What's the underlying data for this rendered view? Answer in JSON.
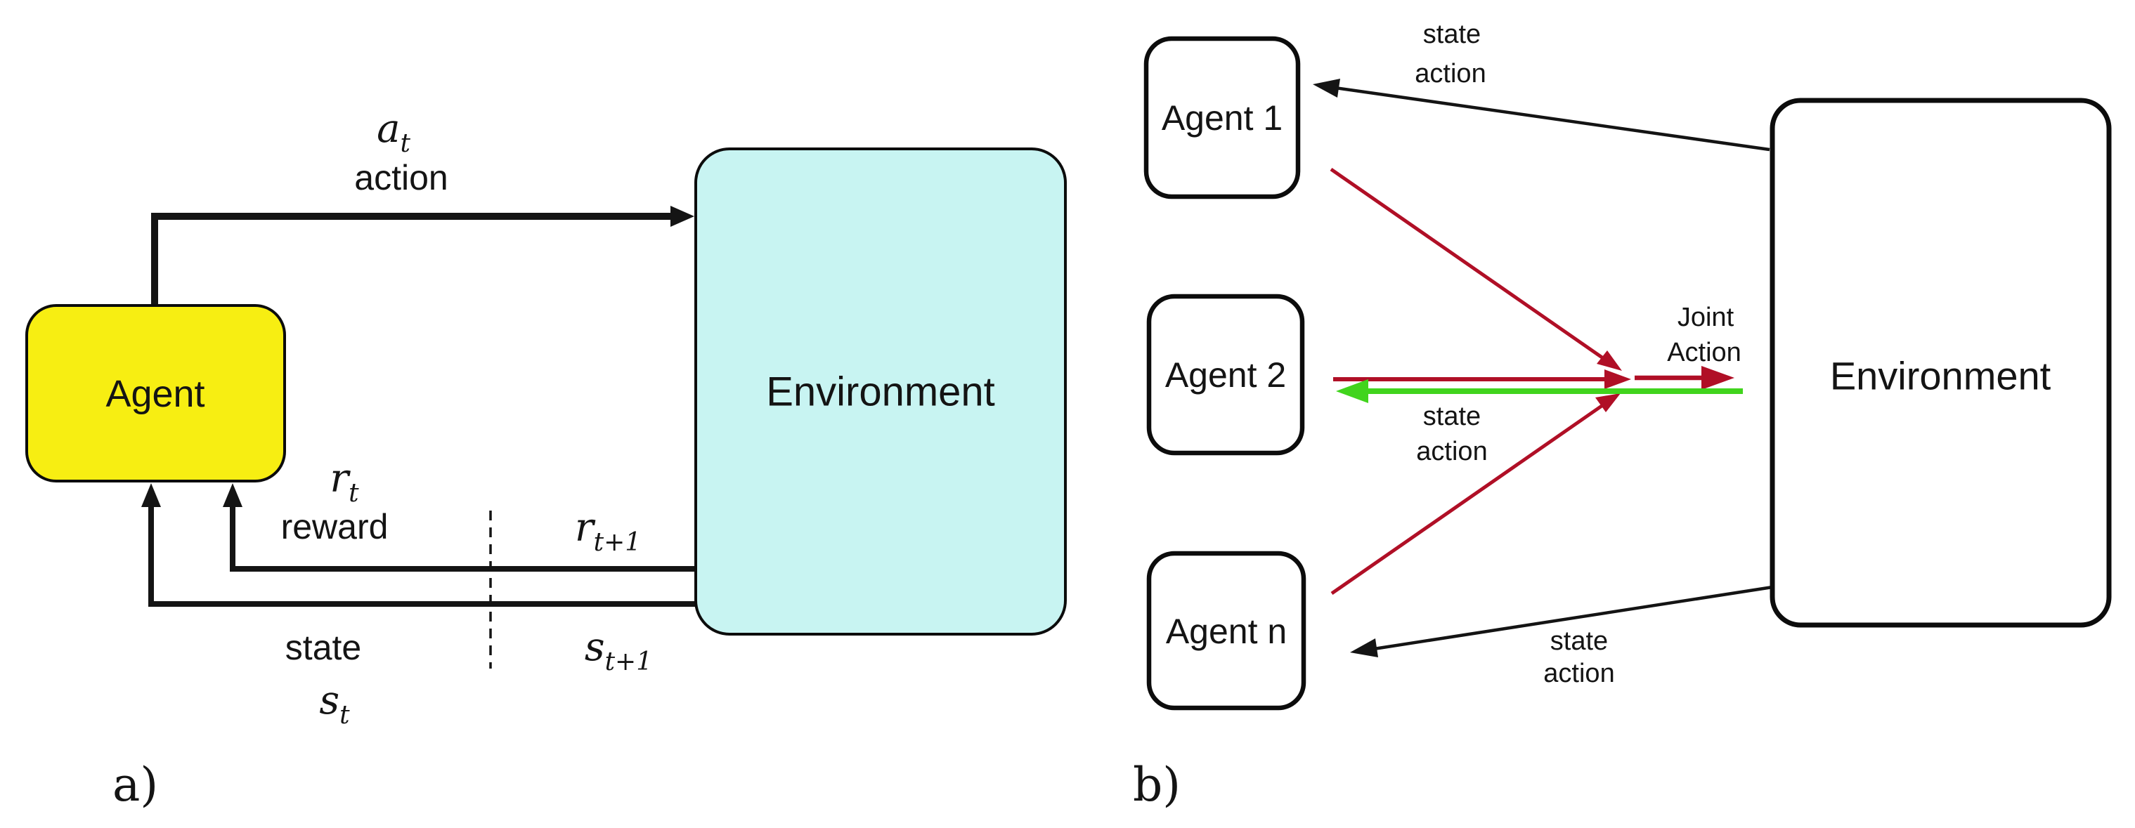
{
  "colors": {
    "agent_fill": "#f7ee12",
    "env_left_fill": "#c8f4f2",
    "box_stroke": "#0c0c0c",
    "line_black": "#141414",
    "line_red": "#b00f26",
    "line_green": "#41d41d",
    "text": "#141414",
    "background": "#ffffff"
  },
  "panel_a": {
    "caption": "a)",
    "agent_label": "Agent",
    "environment_label": "Environment",
    "action_symbol": {
      "base": "a",
      "sub": "t"
    },
    "action_label": "action",
    "reward_symbol": {
      "base": "r",
      "sub": "t"
    },
    "reward_label": "reward",
    "reward_next_symbol": {
      "base": "r",
      "sub": "t+1"
    },
    "state_label": "state",
    "state_symbol": {
      "base": "s",
      "sub": "t"
    },
    "state_next_symbol": {
      "base": "s",
      "sub": "t+1"
    }
  },
  "panel_b": {
    "caption": "b)",
    "agents": [
      "Agent 1",
      "Agent 2",
      "Agent n"
    ],
    "environment_label": "Environment",
    "joint_action_label": {
      "line1": "Joint",
      "line2": "Action"
    },
    "state_action_label": {
      "line1": "state",
      "line2": "action"
    }
  }
}
